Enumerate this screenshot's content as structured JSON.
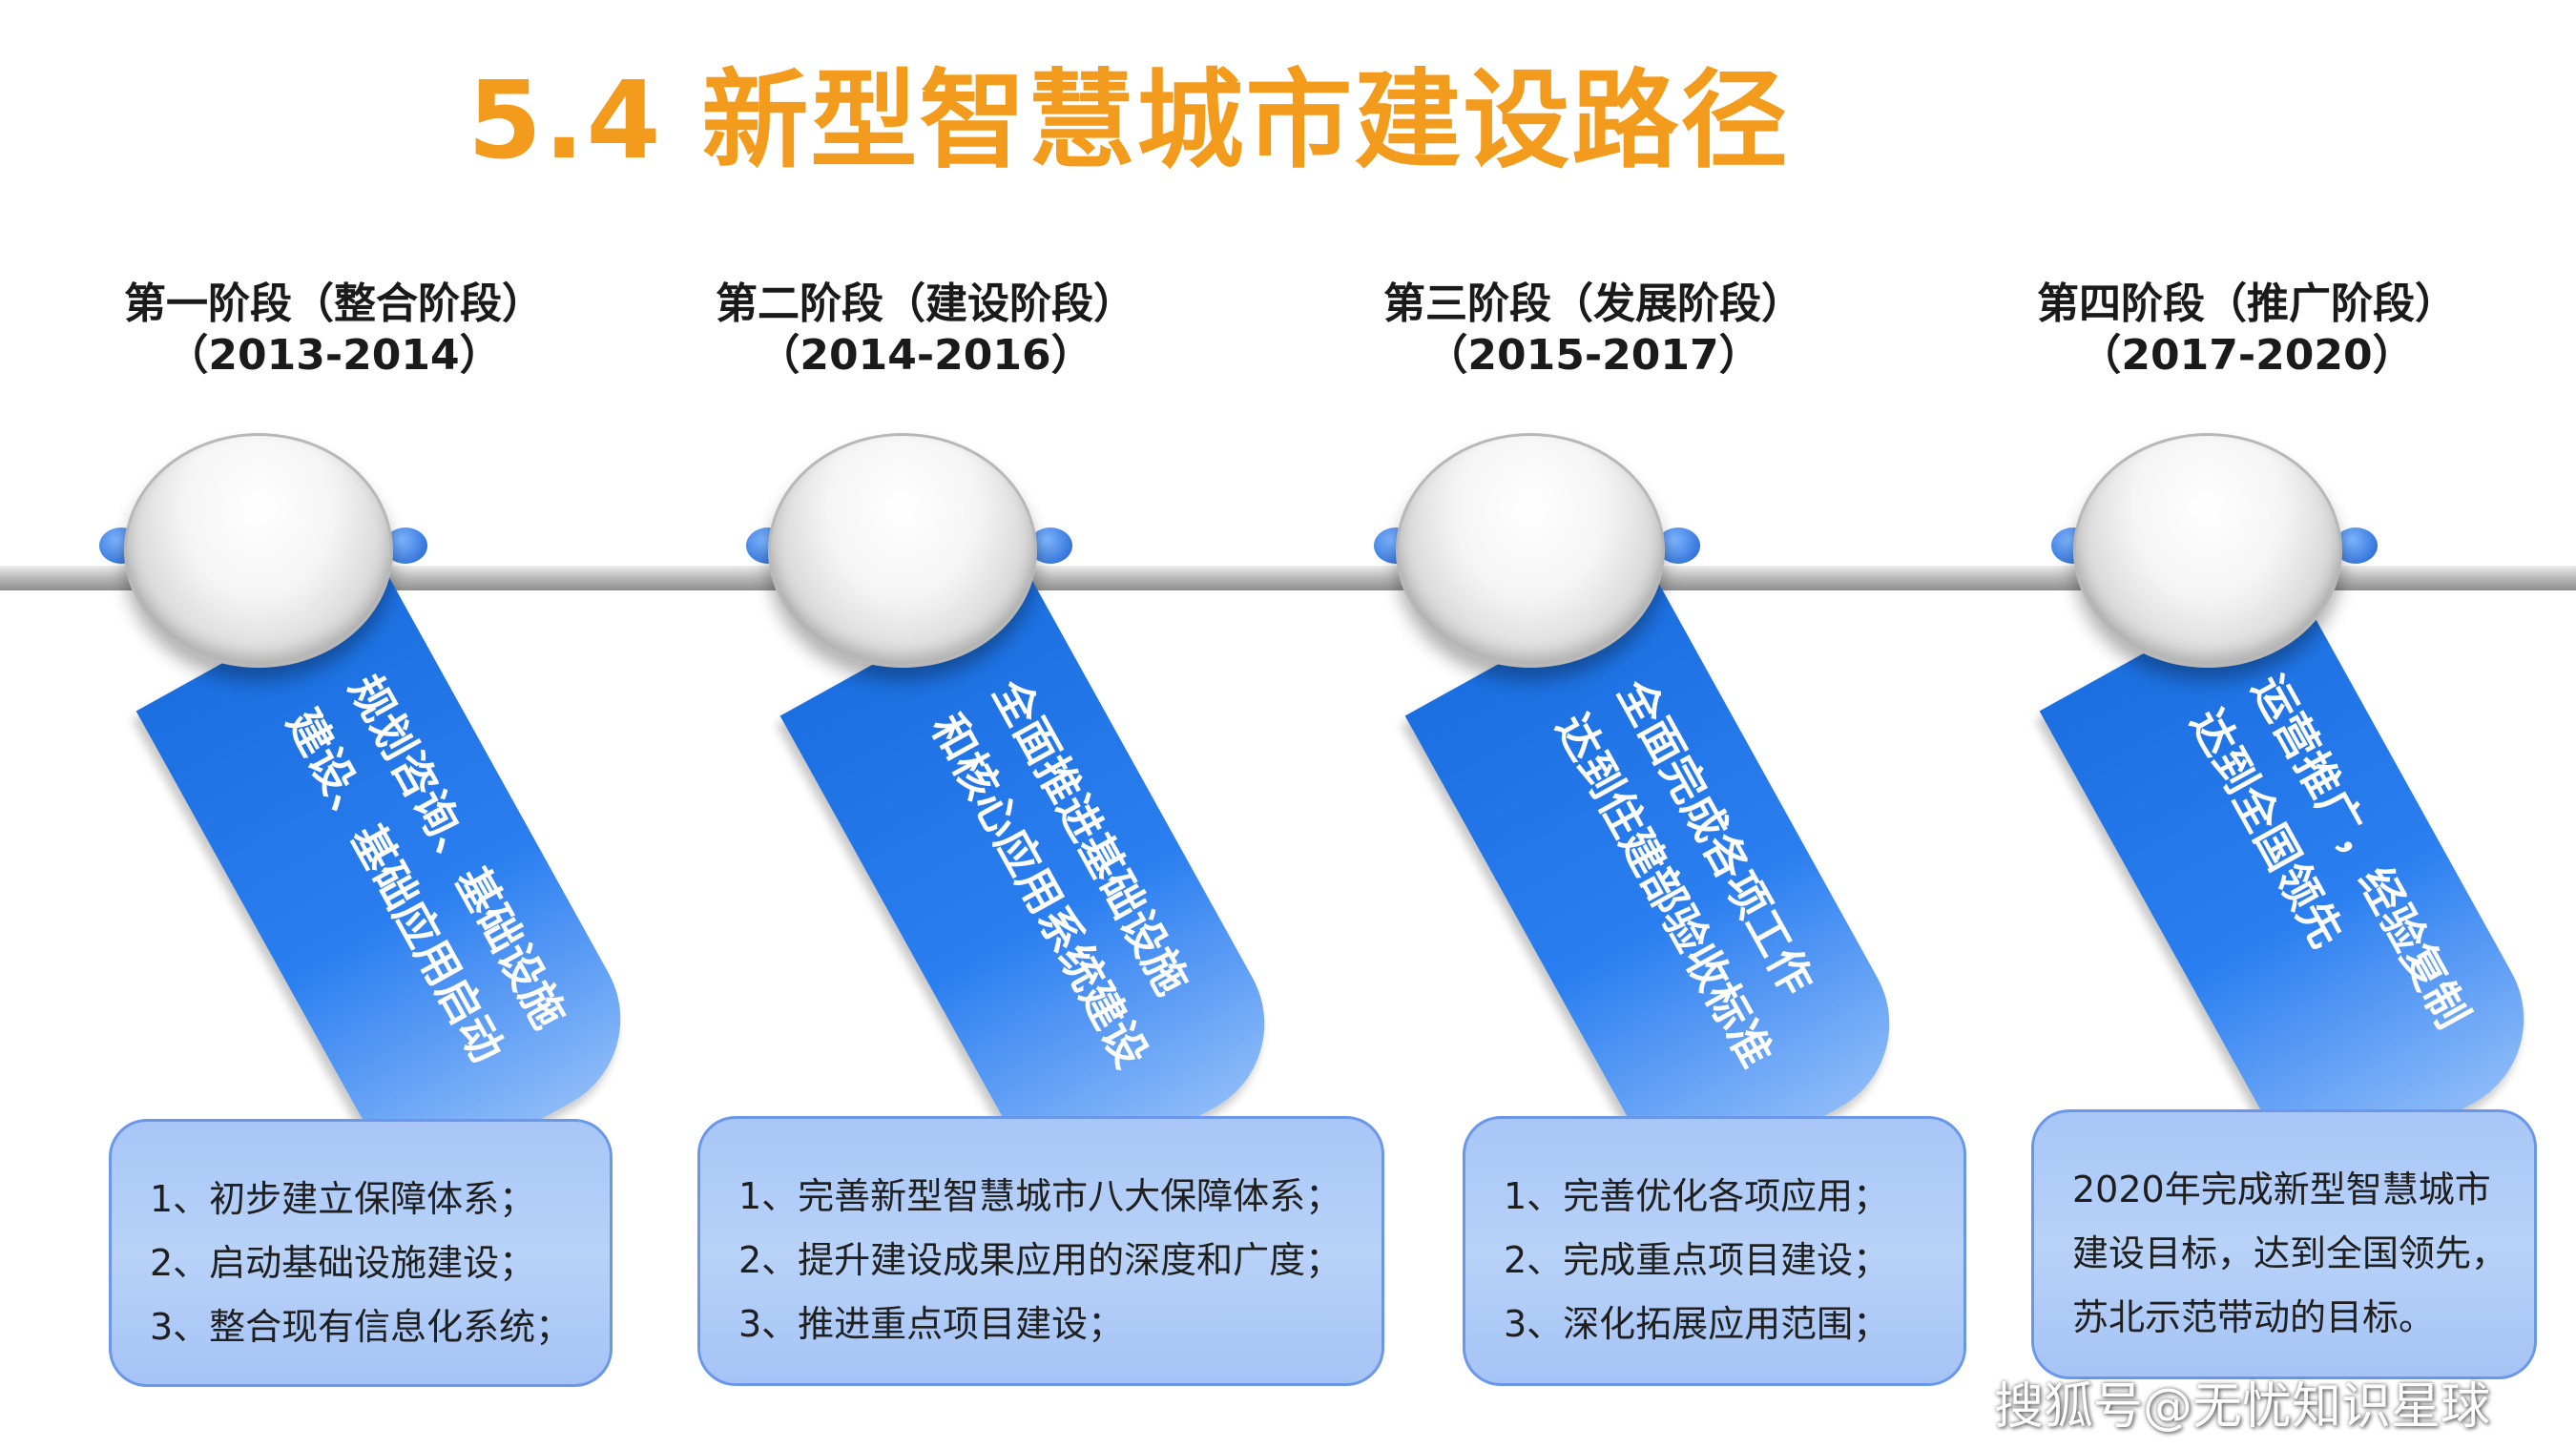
{
  "title": "5.4  新型智慧城市建设路径",
  "colors": {
    "title": "#f29b1c",
    "ribbon": "#1b6fe0",
    "card_bg": "#b8d2f8",
    "card_border": "#6a97ea"
  },
  "stages": [
    {
      "label": "第一阶段（整合阶段）",
      "period": "（2013-2014）",
      "ribbon_lines": [
        "规划咨询、基础设施",
        "建设、基础应用启动"
      ],
      "items": [
        "1、初步建立保障体系；",
        "2、启动基础设施建设；",
        "3、整合现有信息化系统；"
      ]
    },
    {
      "label": "第二阶段（建设阶段）",
      "period": "（2014-2016）",
      "ribbon_lines": [
        "全面推进基础设施",
        "和核心应用系统建设"
      ],
      "items": [
        "1、完善新型智慧城市八大保障体系；",
        "2、提升建设成果应用的深度和广度；",
        "3、推进重点项目建设；"
      ]
    },
    {
      "label": "第三阶段（发展阶段）",
      "period": "（2015-2017）",
      "ribbon_lines": [
        "全面完成各项工作",
        "达到住建部验收标准"
      ],
      "items": [
        "1、完善优化各项应用；",
        "2、完成重点项目建设；",
        "3、深化拓展应用范围；"
      ]
    },
    {
      "label": "第四阶段（推广阶段）",
      "period": "（2017-2020）",
      "ribbon_lines": [
        "运营推广，经验复制",
        "达到全国领先"
      ],
      "items": [
        "2020年完成新型智慧城市",
        "建设目标，达到全国领先，",
        "苏北示范带动的目标。"
      ]
    }
  ],
  "watermark": "搜狐号@无忧知识星球"
}
